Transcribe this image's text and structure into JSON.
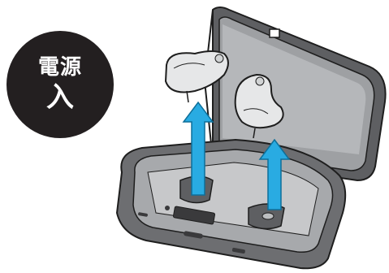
{
  "badge": {
    "line1": "電源",
    "line2": "入"
  },
  "colors": {
    "badge_bg": "#231f20",
    "badge_text": "#ffffff",
    "case_body": "#6d6e71",
    "case_light": "#a7a9ac",
    "case_dark": "#3a3a3c",
    "arrow": "#29abe2",
    "earbud": "#e6e7e8"
  },
  "icons": [
    "power-on-badge",
    "earbud-icon",
    "charging-case-icon",
    "lift-arrow-icon"
  ]
}
